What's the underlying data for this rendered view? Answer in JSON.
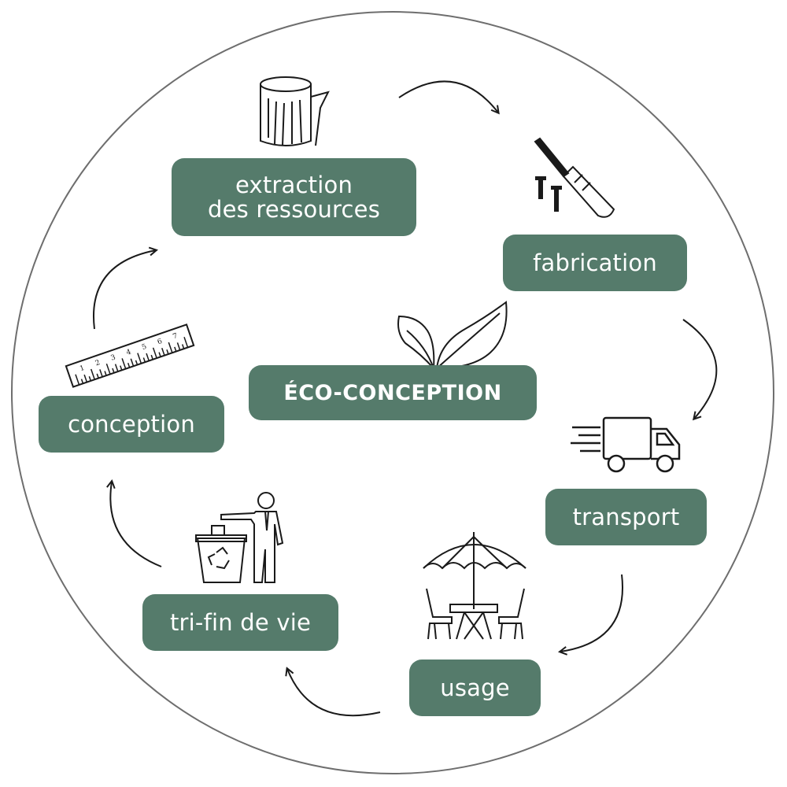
{
  "center": {
    "label": "ÉCO-CONCEPTION"
  },
  "stages": [
    {
      "id": "extraction",
      "lines": [
        "extraction",
        "des ressources"
      ],
      "icon": "wood-log-icon"
    },
    {
      "id": "fabrication",
      "lines": [
        "fabrication"
      ],
      "icon": "screwdriver-icon"
    },
    {
      "id": "transport",
      "lines": [
        "transport"
      ],
      "icon": "delivery-truck-icon"
    },
    {
      "id": "usage",
      "lines": [
        "usage"
      ],
      "icon": "patio-table-umbrella-icon"
    },
    {
      "id": "tri",
      "lines": [
        "tri-fin de vie"
      ],
      "icon": "recycling-bin-person-icon"
    },
    {
      "id": "conception",
      "lines": [
        "conception"
      ],
      "icon": "ruler-icon"
    }
  ],
  "ruler_marks": [
    "1",
    "2",
    "3",
    "4",
    "5",
    "6",
    "7"
  ],
  "colors": {
    "box": "#557b6b",
    "box_text": "#ffffff",
    "ring": "#6e6e6e",
    "ink": "#1a1a1a"
  }
}
